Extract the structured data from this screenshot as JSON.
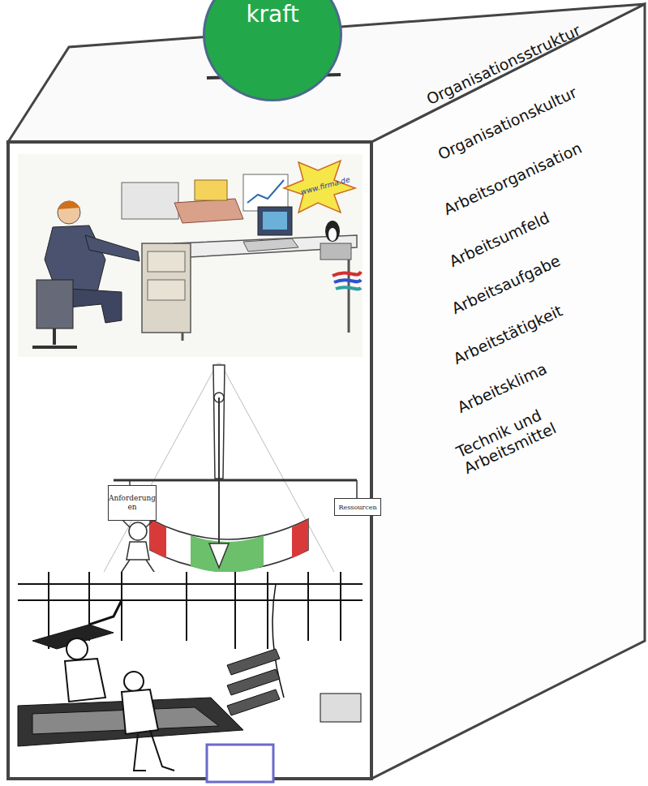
{
  "diagram": {
    "nodes": [
      {
        "text": [
          "kraft"
        ]
      },
      {
        "text": [
          "Anforderung en"
        ]
      },
      {
        "text": [
          "Ressourcen"
        ]
      }
    ],
    "labels": [
      "Organisationsstruktur",
      "Organisationskultur",
      "Arbeitsorganisation",
      "Arbeitsumfeld",
      "Arbeitsaufgabe",
      "Arbeitstätigkeit",
      "Arbeitsklima",
      "Technik und Arbeitsmittel",
      "www.firma.de"
    ]
  }
}
